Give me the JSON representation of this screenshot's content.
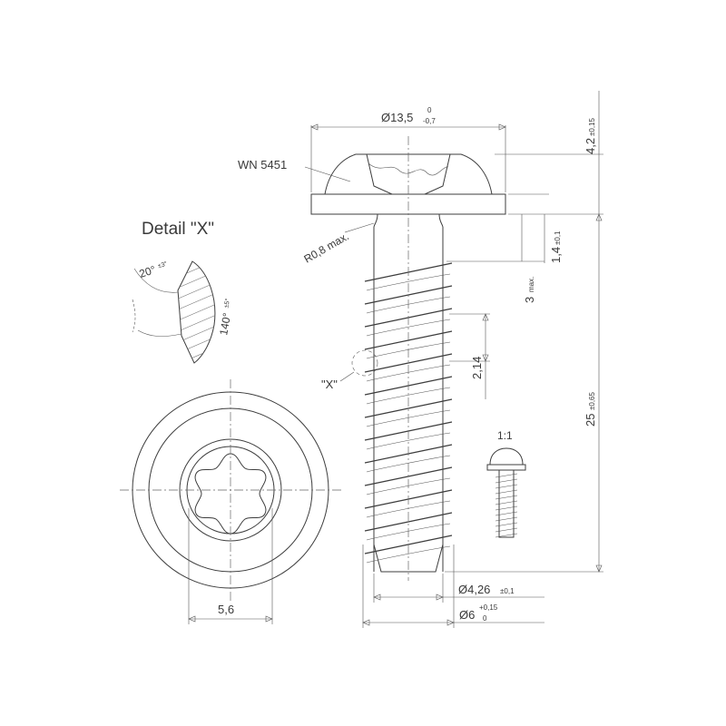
{
  "labels": {
    "standard": "WN 5451",
    "detail_title": "Detail \"X\"",
    "detail_ref": "\"X\"",
    "scale": "1:1"
  },
  "dimensions": {
    "head_diameter": "Ø13,5",
    "head_diameter_tol_upper": "0",
    "head_diameter_tol_lower": "-0,7",
    "head_height": "4,2",
    "head_height_tol": "±0,15",
    "neck_radius": "R0,8 max.",
    "washer_thickness": "1,4",
    "washer_thickness_tol": "±0,1",
    "unthreaded_length": "3",
    "unthreaded_length_note": "max.",
    "pitch": "2,14",
    "total_length": "25",
    "total_length_tol": "±0,65",
    "core_diameter": "Ø4,26",
    "core_diameter_tol": "±0,1",
    "thread_diameter": "Ø6",
    "thread_diameter_tol_upper": "+0,15",
    "thread_diameter_tol_lower": "0",
    "drive_size": "5,6",
    "flank_angle": "20°",
    "flank_angle_tol": "±3°",
    "tip_angle": "140°",
    "tip_angle_tol": "±5°"
  }
}
